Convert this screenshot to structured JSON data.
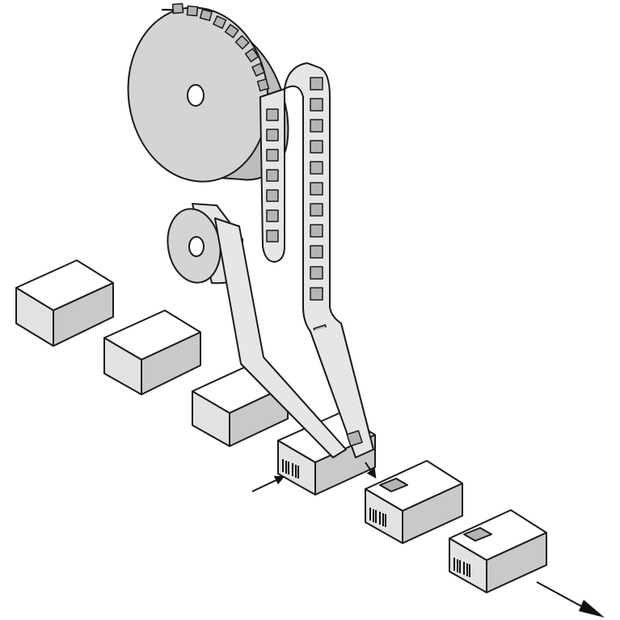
{
  "diagram": {
    "subject": "labeling-machine",
    "colors": {
      "background": "#ffffff",
      "outline": "#1a1a1a",
      "box_top": "#ffffff",
      "box_left": "#e2e2e2",
      "box_right": "#c9c9c9",
      "reel_face": "#d4d4d4",
      "reel_rim": "#bdbdbd",
      "web": "#e6e6e6",
      "label": "#b4b4b4",
      "arrow": "#111111"
    },
    "boxes": [
      {
        "id": "box-1",
        "state": "unlabeled"
      },
      {
        "id": "box-2",
        "state": "unlabeled"
      },
      {
        "id": "box-3",
        "state": "unlabeled"
      },
      {
        "id": "box-4",
        "state": "barcode-only"
      },
      {
        "id": "box-5",
        "state": "labeled"
      },
      {
        "id": "box-6",
        "state": "labeled"
      }
    ],
    "reels": [
      {
        "id": "label-supply-reel",
        "role": "supply"
      },
      {
        "id": "backing-rewind-reel",
        "role": "rewind"
      }
    ],
    "arrows": [
      {
        "id": "infeed-arrow",
        "meaning": "conveyor-in"
      },
      {
        "id": "dispense-arrow",
        "meaning": "label-application"
      },
      {
        "id": "outfeed-arrow",
        "meaning": "conveyor-out"
      }
    ]
  }
}
